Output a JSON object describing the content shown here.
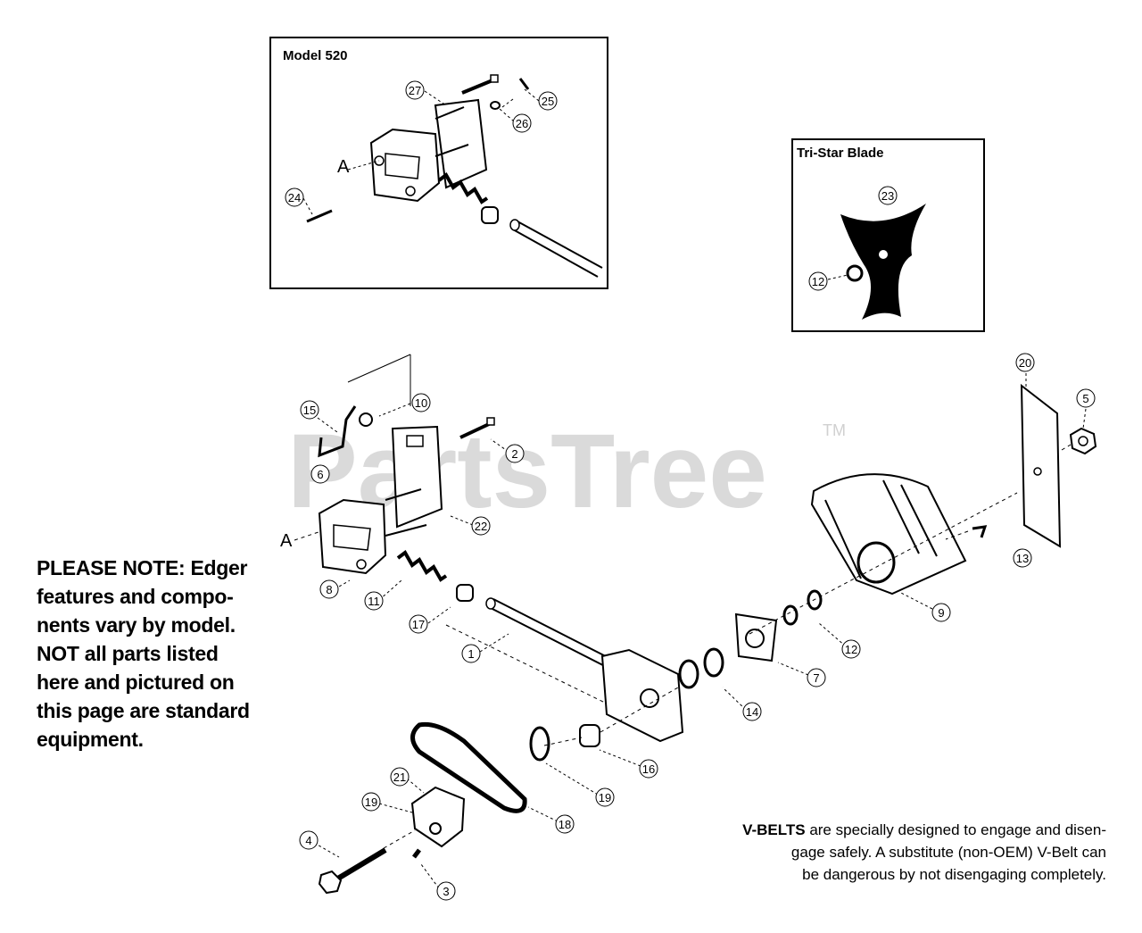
{
  "watermark": {
    "text": "PartsTree",
    "tm": "TM"
  },
  "inset_model": {
    "title": "Model 520",
    "label_a": "A"
  },
  "inset_blade": {
    "title": "Tri-Star Blade"
  },
  "main": {
    "label_a": "A"
  },
  "callouts": [
    "27",
    "25",
    "26",
    "24",
    "23",
    "12",
    "20",
    "15",
    "10",
    "5",
    "2",
    "6",
    "22",
    "13",
    "8",
    "11",
    "9",
    "17",
    "12",
    "1",
    "7",
    "14",
    "21",
    "16",
    "19",
    "19",
    "18",
    "4",
    "3"
  ],
  "note": {
    "lines": [
      "PLEASE NOTE:  Edger",
      "features and compo-",
      "nents vary by model.",
      "NOT all parts listed",
      "here and pictured on",
      "this page are standard",
      "equipment."
    ]
  },
  "vbelt": {
    "bold": "V-BELTS",
    "line1_rest": " are specially designed to engage and disen-",
    "line2": "gage safely. A substitute (non-OEM) V-Belt can",
    "line3": "be dangerous by not disengaging completely."
  }
}
